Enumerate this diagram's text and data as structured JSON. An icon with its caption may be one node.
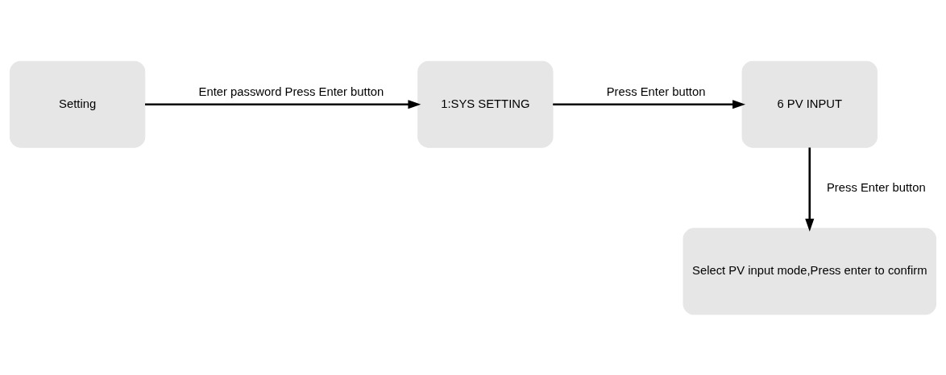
{
  "diagram": {
    "nodes": [
      {
        "text": [
          "Setting"
        ]
      },
      {
        "text": [
          "1:SYS SETTING"
        ]
      },
      {
        "text": [
          "6 PV INPUT"
        ]
      },
      {
        "text": [
          "Select PV input mode,Press enter to confirm"
        ]
      }
    ],
    "edges": [
      {
        "from": 0,
        "to": 1,
        "arrow": "to",
        "label": "Enter password Press Enter button"
      },
      {
        "from": 1,
        "to": 2,
        "arrow": "to",
        "label": "Press Enter button"
      },
      {
        "from": 2,
        "to": 3,
        "arrow": "to",
        "label": "Press Enter button"
      }
    ]
  }
}
